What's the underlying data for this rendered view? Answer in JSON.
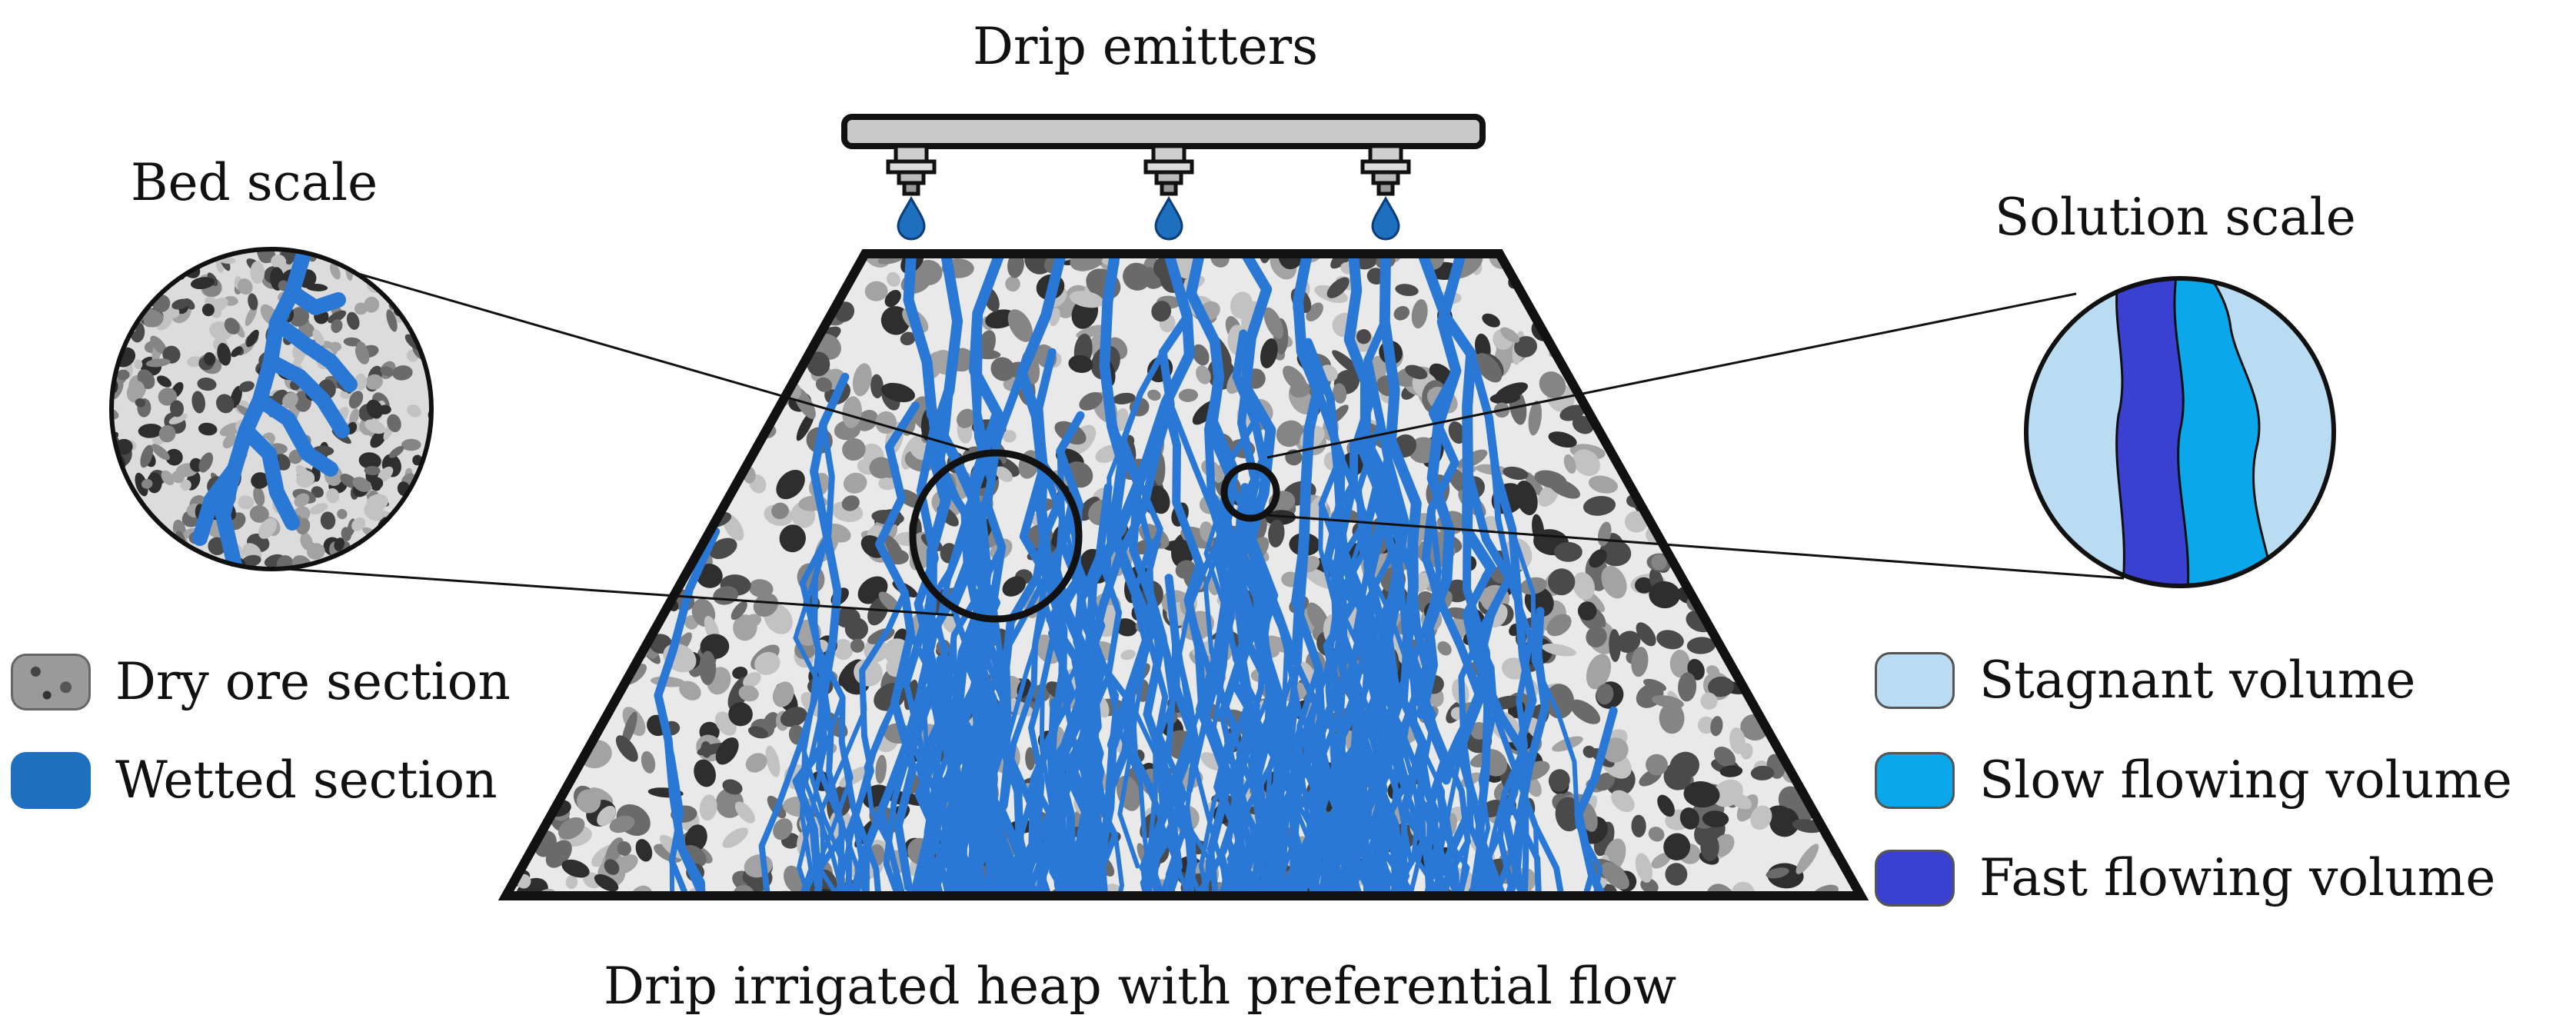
{
  "labels": {
    "top": "Drip emitters",
    "bed": "Bed scale",
    "solution": "Solution scale",
    "bottom": "Drip irrigated heap with preferential flow"
  },
  "legend_left": [
    {
      "label": "Dry ore section",
      "icon": "ore-texture-swatch",
      "color": "#8a8a8a"
    },
    {
      "label": "Wetted section",
      "icon": "blue-swatch",
      "color": "#1f6fbf"
    }
  ],
  "legend_right": [
    {
      "label": "Stagnant volume",
      "icon": "pale-blue-swatch",
      "color": "#b9dcf2"
    },
    {
      "label": "Slow flowing volume",
      "icon": "cyan-swatch",
      "color": "#0aa7ea"
    },
    {
      "label": "Fast flowing volume",
      "icon": "indigo-swatch",
      "color": "#3a41d1"
    }
  ],
  "colors": {
    "channel": "#2a78d6",
    "ore_dark": "#3a3a3a",
    "ore_mid": "#7a7a7a",
    "ore_light": "#bdbdbd",
    "stagnant": "#b9dcf2",
    "slow": "#0aa7ea",
    "fast": "#3a41d1",
    "pipe": "#c9c9c9",
    "outline": "#111111"
  }
}
